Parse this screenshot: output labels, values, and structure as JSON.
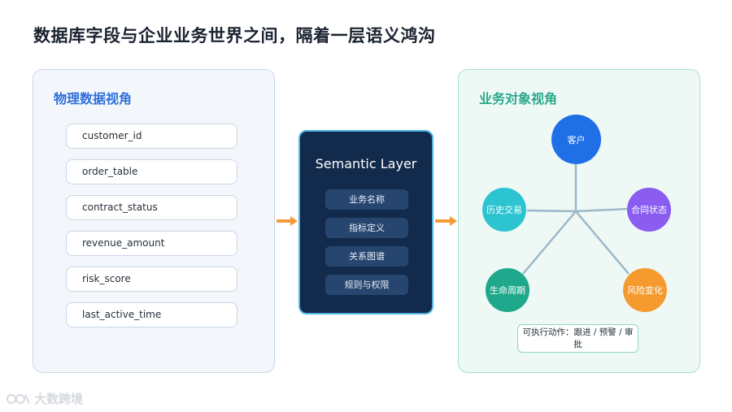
{
  "title": "数据库字段与企业业务世界之间，隔着一层语义鸿沟",
  "left_panel": {
    "title": "物理数据视角",
    "fields": [
      "customer_id",
      "order_table",
      "contract_status",
      "revenue_amount",
      "risk_score",
      "last_active_time"
    ]
  },
  "semantic_layer": {
    "title": "Semantic Layer",
    "items": [
      "业务名称",
      "指标定义",
      "关系图谱",
      "规则与权限"
    ]
  },
  "right_panel": {
    "title": "业务对象视角",
    "nodes": {
      "center": "客户",
      "left": "历史交易",
      "right": "合同状态",
      "bottom_left": "生命周期",
      "bottom_right": "风险变化"
    },
    "colors": {
      "center": "#1f6fe6",
      "left": "#2cc4d1",
      "right": "#8a5cf0",
      "bottom_left": "#1fa88c",
      "bottom_right": "#f59a2f"
    },
    "action_text": "可执行动作：跟进 / 预警 / 审批"
  },
  "watermark": "大数跨境",
  "colors": {
    "arrow": "#f29b39",
    "semantic_bg": "#122a4b",
    "semantic_border": "#4fb4e6",
    "spoke": "#9bb8c7"
  }
}
